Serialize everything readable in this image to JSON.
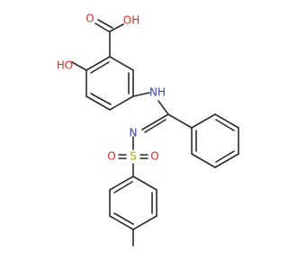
{
  "labels": {
    "acid_oh": "OH",
    "acid_o": "O",
    "ho": "HO",
    "nh": "NH",
    "n": "N",
    "s": "S",
    "o_left": "O",
    "o_right": "O"
  },
  "colors": {
    "oxygen": "#e8281e",
    "nitrogen": "#2f3bd3",
    "sulfur": "#b7a400",
    "bond": "#2b2b2b"
  }
}
